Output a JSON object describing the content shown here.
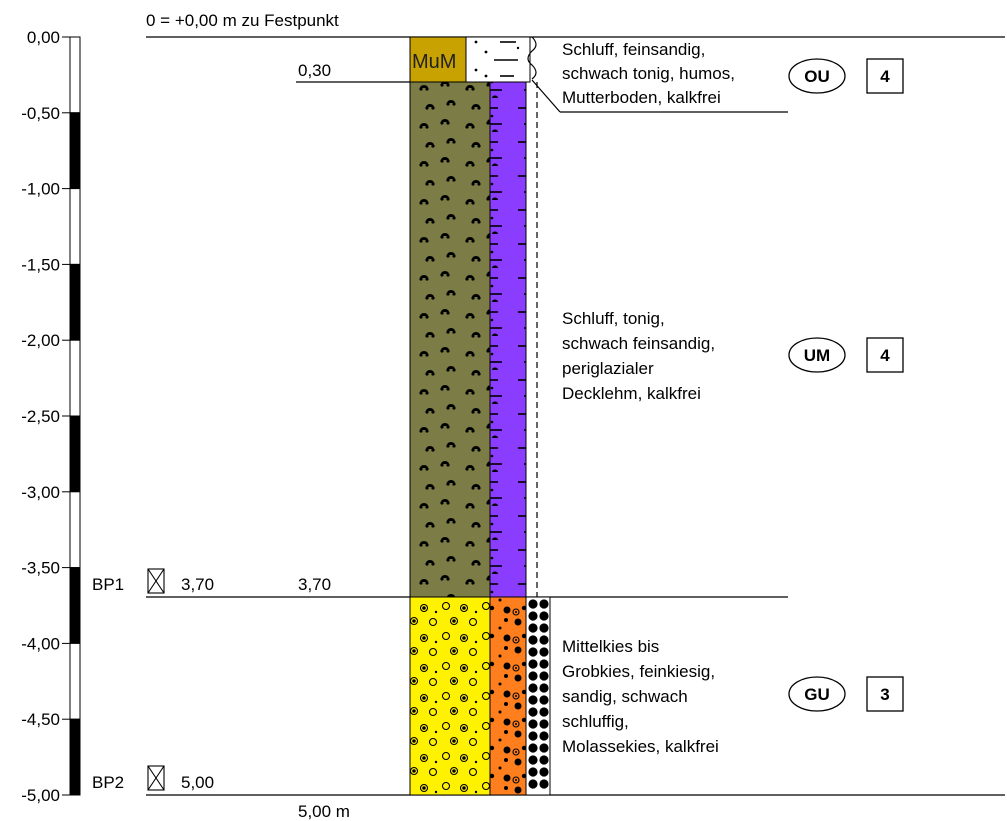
{
  "reference_label": "0 = +0,00 m zu Festpunkt",
  "depth_scale": {
    "min": 0.0,
    "max": -5.0,
    "ticks": [
      "0,00",
      "-0,50",
      "-1,00",
      "-1,50",
      "-2,00",
      "-2,50",
      "-3,00",
      "-3,50",
      "-4,00",
      "-4,50",
      "-5,00"
    ]
  },
  "boundary_labels": {
    "b1": "0,30",
    "b2": "3,70",
    "bottom": "5,00 m"
  },
  "samples": [
    {
      "id": "BP1",
      "depth": "3,70"
    },
    {
      "id": "BP2",
      "depth": "5,00"
    }
  ],
  "layers": [
    {
      "top": 0.0,
      "bottom": 0.3,
      "symbol": "MuM",
      "description": [
        "Schluff, feinsandig,",
        "schwach tonig, humos,",
        "Mutterboden, kalkfrei"
      ],
      "group": "OU",
      "class": "4",
      "colors": {
        "main": "#C8A200",
        "secondary": "#FFFFFF"
      }
    },
    {
      "top": 0.3,
      "bottom": 3.7,
      "description": [
        "Schluff, tonig,",
        "schwach feinsandig,",
        "periglazialer",
        "Decklehm, kalkfrei"
      ],
      "group": "UM",
      "class": "4",
      "colors": {
        "main": "#7C7C46",
        "secondary": "#8A3CFF"
      }
    },
    {
      "top": 3.7,
      "bottom": 5.0,
      "description": [
        "Mittelkies bis",
        "Grobkies, feinkiesig,",
        "sandig, schwach",
        "schluffig,",
        "Molassekies, kalkfrei"
      ],
      "group": "GU",
      "class": "3",
      "colors": {
        "main": "#FFF200",
        "secondary": "#FF7F1E"
      }
    }
  ]
}
